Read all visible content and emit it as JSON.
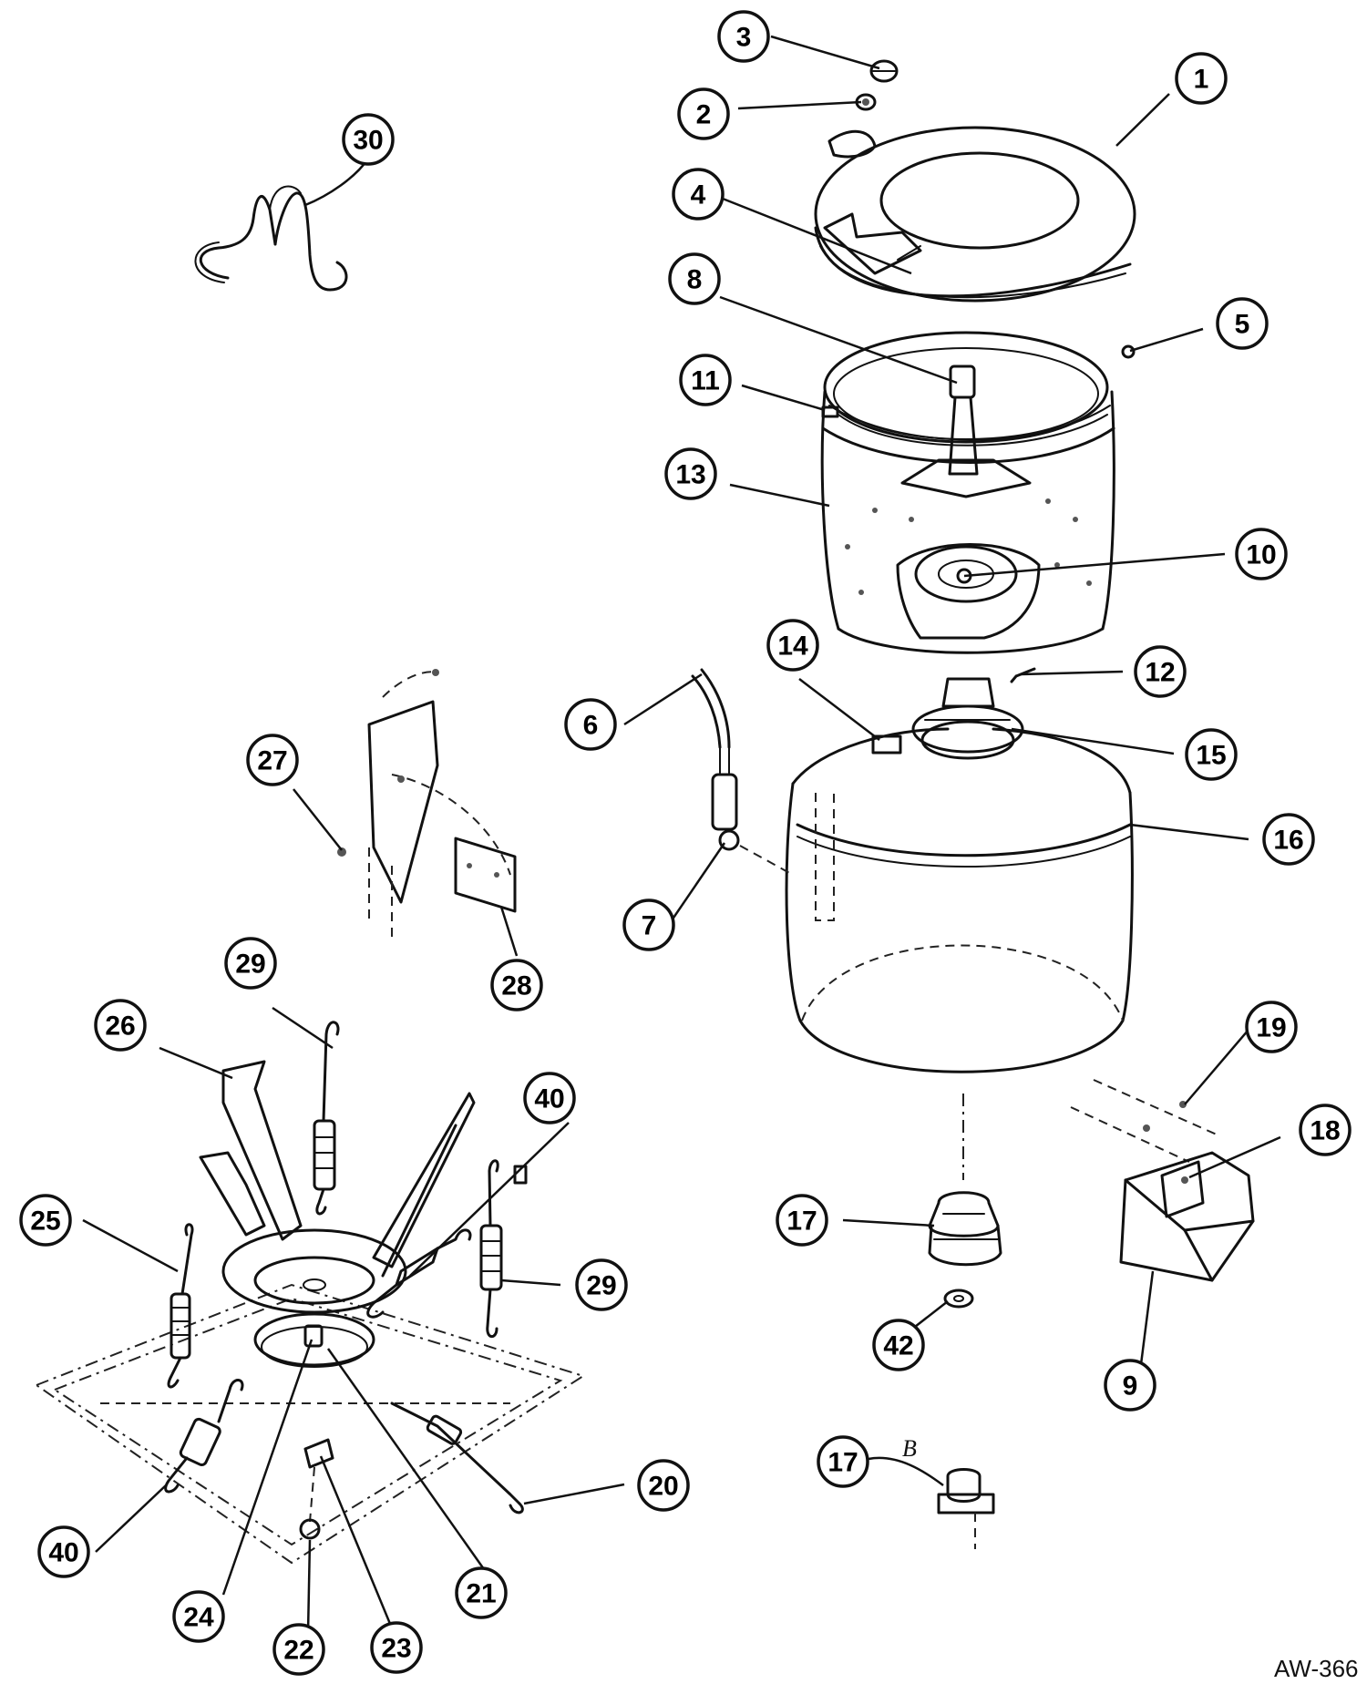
{
  "drawing_ref": "AW-366",
  "variant_note": "B",
  "callouts": [
    {
      "id": "c1",
      "label": "1"
    },
    {
      "id": "c2",
      "label": "2"
    },
    {
      "id": "c3",
      "label": "3"
    },
    {
      "id": "c4",
      "label": "4"
    },
    {
      "id": "c5",
      "label": "5"
    },
    {
      "id": "c6",
      "label": "6"
    },
    {
      "id": "c7",
      "label": "7"
    },
    {
      "id": "c8",
      "label": "8"
    },
    {
      "id": "c9",
      "label": "9"
    },
    {
      "id": "c10",
      "label": "10"
    },
    {
      "id": "c11",
      "label": "11"
    },
    {
      "id": "c12",
      "label": "12"
    },
    {
      "id": "c13",
      "label": "13"
    },
    {
      "id": "c14",
      "label": "14"
    },
    {
      "id": "c15",
      "label": "15"
    },
    {
      "id": "c16",
      "label": "16"
    },
    {
      "id": "c17",
      "label": "17"
    },
    {
      "id": "c17b",
      "label": "17"
    },
    {
      "id": "c18",
      "label": "18"
    },
    {
      "id": "c19",
      "label": "19"
    },
    {
      "id": "c20",
      "label": "20"
    },
    {
      "id": "c21",
      "label": "21"
    },
    {
      "id": "c22",
      "label": "22"
    },
    {
      "id": "c23",
      "label": "23"
    },
    {
      "id": "c24",
      "label": "24"
    },
    {
      "id": "c25",
      "label": "25"
    },
    {
      "id": "c26",
      "label": "26"
    },
    {
      "id": "c27",
      "label": "27"
    },
    {
      "id": "c28",
      "label": "28"
    },
    {
      "id": "c29",
      "label": "29"
    },
    {
      "id": "c29b",
      "label": "29"
    },
    {
      "id": "c30",
      "label": "30"
    },
    {
      "id": "c40",
      "label": "40"
    },
    {
      "id": "c40b",
      "label": "40"
    },
    {
      "id": "c42",
      "label": "42"
    }
  ]
}
